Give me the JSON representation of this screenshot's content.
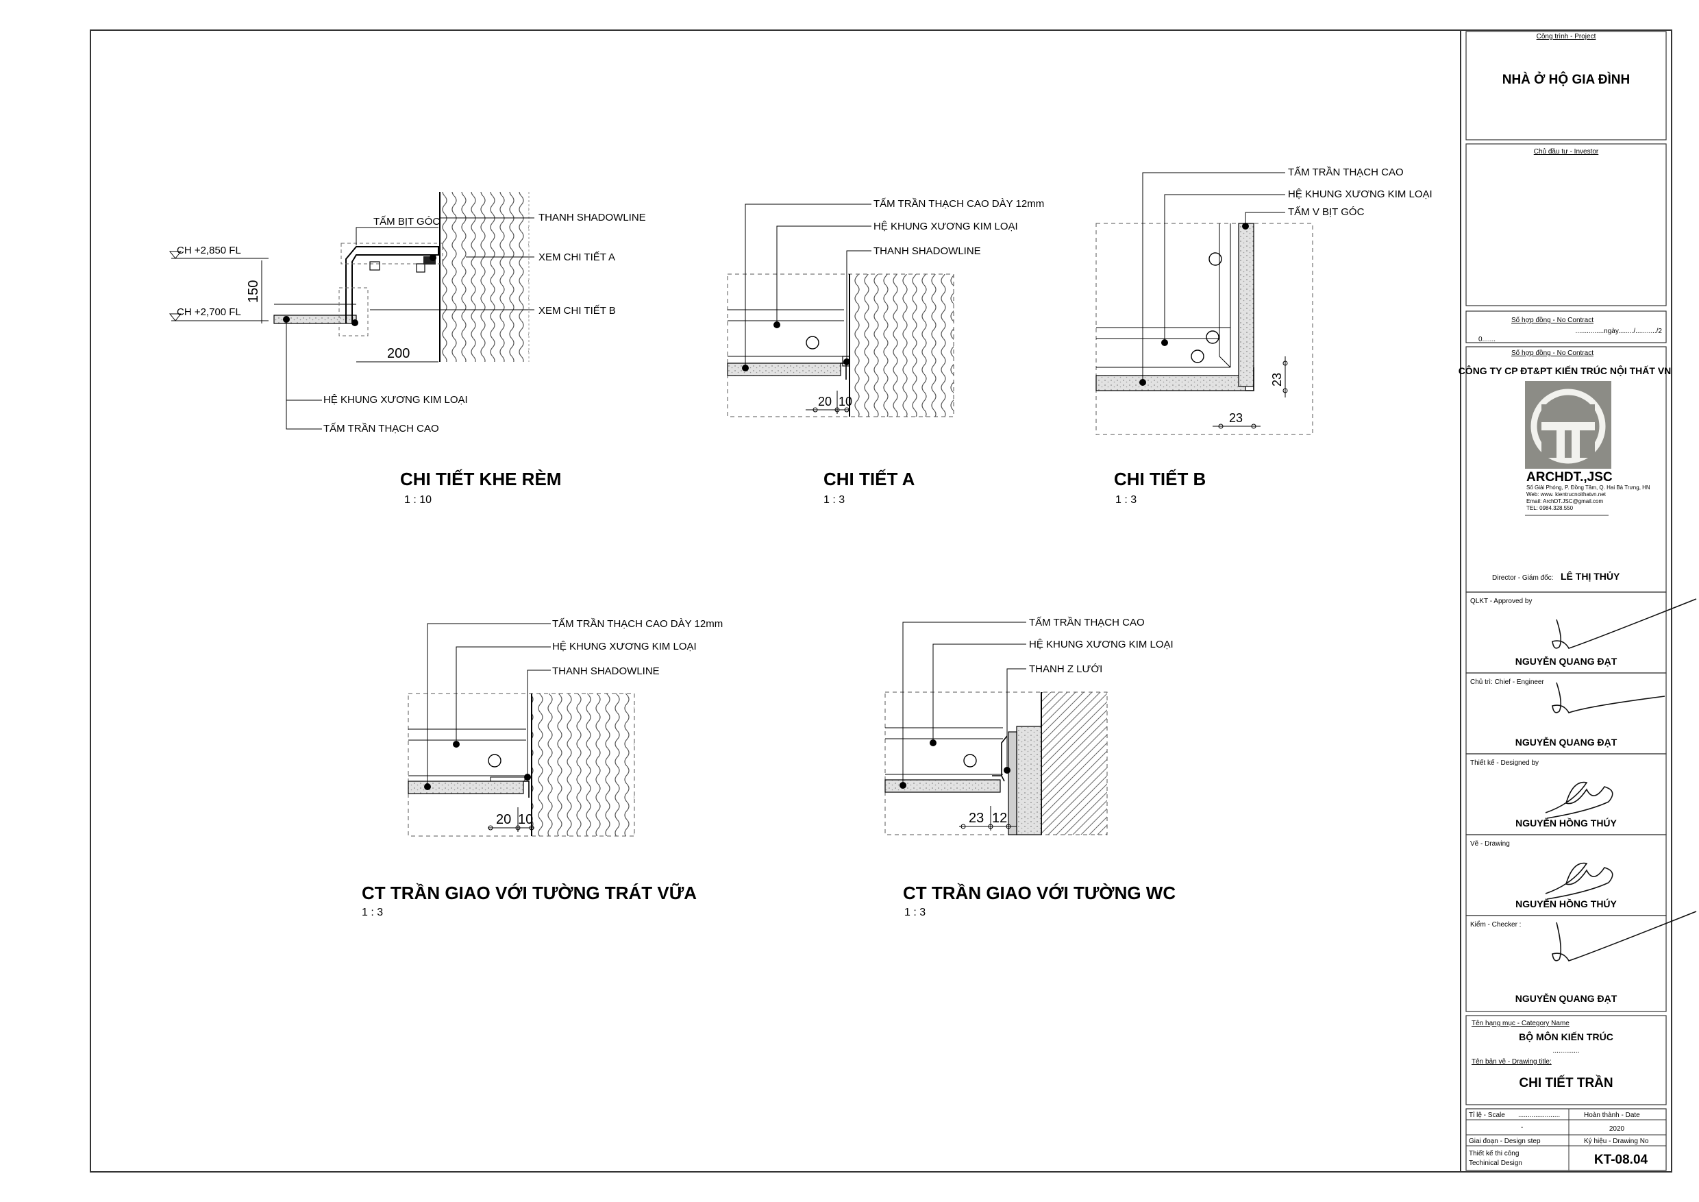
{
  "details": {
    "khe_rem": {
      "title": "CHI TIẾT KHE RÈM",
      "scale": "1 : 10",
      "labels": {
        "tam_bit_goc": "TẤM BỊT GÓC",
        "thanh_shadowline": "THANH SHADOWLINE",
        "xem_a": "XEM CHI TIẾT A",
        "xem_b": "XEM CHI TIẾT B",
        "he_khung": "HỆ KHUNG XƯƠNG KIM LOẠI",
        "tam_tran": "TẤM TRẦN THẠCH CAO"
      },
      "levels": [
        "CH +2,850 FL",
        "CH +2,700 FL"
      ],
      "dims": [
        "150",
        "200"
      ]
    },
    "a": {
      "title": "CHI TIẾT A",
      "scale": "1 : 3",
      "labels": {
        "tam_tran": "TẤM TRẦN THẠCH CAO DÀY 12mm",
        "he_khung": "HỆ KHUNG XƯƠNG KIM LOẠI",
        "shadowline": "THANH SHADOWLINE"
      },
      "dims": [
        "20",
        "10"
      ]
    },
    "b": {
      "title": "CHI TIẾT B",
      "scale": "1 : 3",
      "labels": {
        "tam_tran": "TẤM TRẦN THẠCH CAO",
        "he_khung": "HỆ KHUNG XƯƠNG KIM LOẠI",
        "tam_v": "TẤM V BỊT GÓC"
      },
      "dims": [
        "23",
        "23"
      ]
    },
    "trat_vua": {
      "title": "CT TRẦN GIAO VỚI TƯỜNG TRÁT VỮA",
      "scale": "1 : 3",
      "labels": {
        "tam_tran": "TẤM TRẦN THẠCH CAO DÀY 12mm",
        "he_khung": "HỆ KHUNG XƯƠNG KIM LOẠI",
        "shadowline": "THANH SHADOWLINE"
      },
      "dims": [
        "20",
        "10"
      ]
    },
    "wc": {
      "title": "CT TRẦN GIAO VỚI TƯỜNG WC",
      "scale": "1 : 3",
      "labels": {
        "tam_tran": "TẤM TRẦN THẠCH CAO",
        "he_khung": "HỆ KHUNG XƯƠNG KIM LOẠI",
        "thanh_z": "THANH Z LƯỚI"
      },
      "dims": [
        "23",
        "12"
      ]
    }
  },
  "title_block": {
    "project_label": "Công trình - Project",
    "project_name": "NHÀ Ở HỘ GIA ĐÌNH",
    "investor_label": "Chủ đầu tư - Investor",
    "contract_label": "Số hợp đồng - No Contract",
    "contract_date": "...............ngày......../.........../2",
    "contract_no": "0.......",
    "contract_label2": "Số hợp đồng - No Contract",
    "company": "CÔNG TY CP ĐT&PT KIẾN TRÚC NỘI THẤT VN",
    "logo_name": "ARCHDT.,JSC",
    "contact_lines": [
      "Số Giải Phóng, P. Đồng Tâm, Q. Hai Bà Trưng, HN",
      "Web: www. kientrucnoithatvn.net",
      "Email: ArchDT.JSC@gmail.com",
      "TEL: 0984.328.550"
    ],
    "director_label": "Director - Giám đốc:",
    "director_name": "LÊ THỊ THỦY",
    "roles": [
      {
        "label": "QLKT - Approved by",
        "name": "NGUYỄN QUANG ĐẠT"
      },
      {
        "label": "Chủ trì: Chief - Engineer",
        "name": "NGUYỄN QUANG ĐẠT"
      },
      {
        "label": "Thiết kế - Designed by",
        "name": "NGUYỄN HỒNG THÚY"
      },
      {
        "label": "Vẽ - Drawing",
        "name": "NGUYỄN HỒNG THÚY"
      },
      {
        "label": "Kiểm - Checker :",
        "name": "NGUYỄN QUANG ĐẠT"
      }
    ],
    "category_label": "Tên hạng mục - Category Name",
    "category_name": "BỘ MÔN KIẾN TRÚC",
    "category_dots": "..............",
    "drawing_title_label": "Tên bản vẽ - Drawing title:",
    "drawing_title": "CHI TIẾT TRẦN",
    "scale_label": "Tỉ lệ - Scale",
    "scale_value": "......................",
    "scale_value2": "-",
    "date_label": "Hoàn thành - Date",
    "date_value": "2020",
    "step_label": "Giai đoạn - Design step",
    "drawing_no_label": "Ký hiệu - Drawing No",
    "step_value_1": "Thiết kế thi công",
    "step_value_2": "Techinical Design",
    "drawing_no": "KT-08.04"
  }
}
